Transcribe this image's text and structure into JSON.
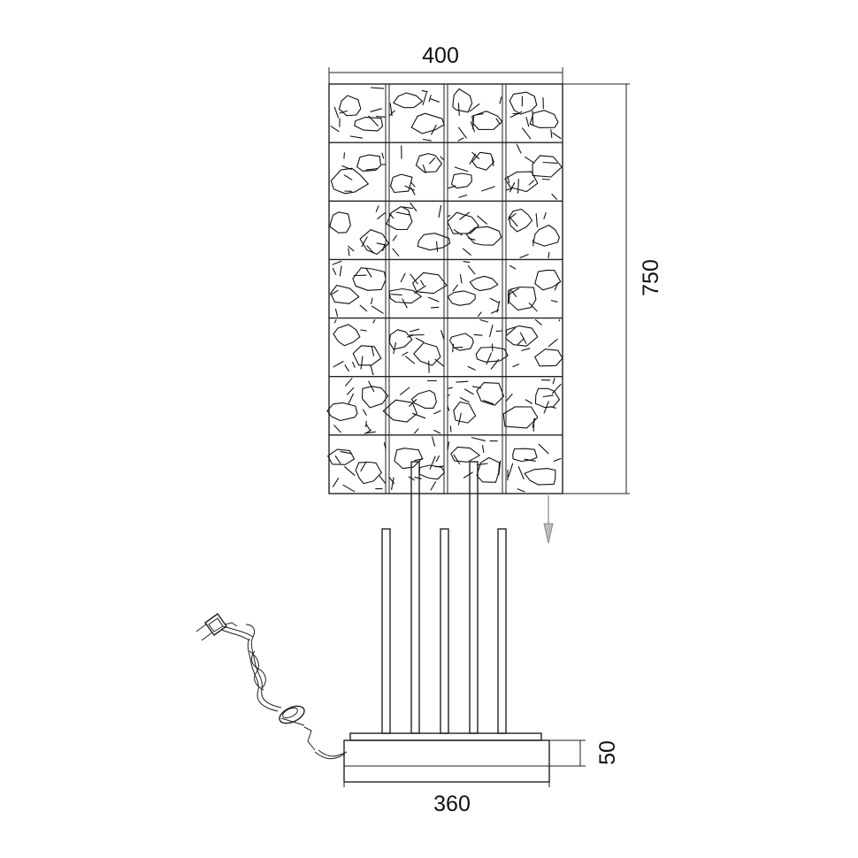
{
  "dimensions": {
    "shade_width": "400",
    "shade_height": "750",
    "base_width": "360",
    "base_height": "50"
  },
  "colors": {
    "line": "#222222",
    "arrow": "#888888",
    "background": "#ffffff"
  }
}
